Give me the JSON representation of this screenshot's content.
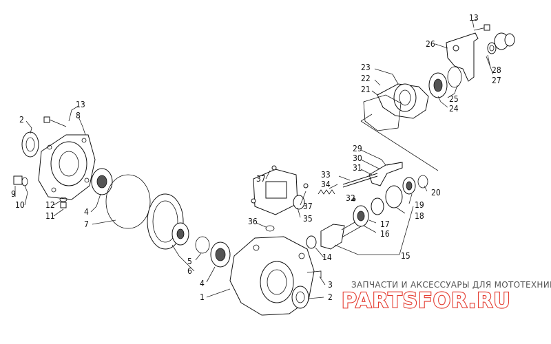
{
  "watermark": {
    "tagline": "ЗАПЧАСТИ И АКСЕССУАРЫ ДЛЯ МОТОТЕХНИКИ",
    "logo": "PARTSFOR.RU"
  },
  "callouts": [
    {
      "id": "c13a",
      "text": "13"
    },
    {
      "id": "c26",
      "text": "26"
    },
    {
      "id": "c28",
      "text": "28"
    },
    {
      "id": "c27",
      "text": "27"
    },
    {
      "id": "c23",
      "text": "23"
    },
    {
      "id": "c22",
      "text": "22"
    },
    {
      "id": "c21",
      "text": "21"
    },
    {
      "id": "c25",
      "text": "25"
    },
    {
      "id": "c24",
      "text": "24"
    },
    {
      "id": "c13b",
      "text": "13"
    },
    {
      "id": "c8",
      "text": "8"
    },
    {
      "id": "c2a",
      "text": "2"
    },
    {
      "id": "c29",
      "text": "29"
    },
    {
      "id": "c30",
      "text": "30"
    },
    {
      "id": "c31",
      "text": "31"
    },
    {
      "id": "c33",
      "text": "33"
    },
    {
      "id": "c34",
      "text": "34"
    },
    {
      "id": "c32",
      "text": "32"
    },
    {
      "id": "c20",
      "text": "20"
    },
    {
      "id": "c19",
      "text": "19"
    },
    {
      "id": "c18",
      "text": "18"
    },
    {
      "id": "c17",
      "text": "17"
    },
    {
      "id": "c16",
      "text": "16"
    },
    {
      "id": "c15",
      "text": "15"
    },
    {
      "id": "c37a",
      "text": "37"
    },
    {
      "id": "c37b",
      "text": "37"
    },
    {
      "id": "c35",
      "text": "35"
    },
    {
      "id": "c36",
      "text": "36"
    },
    {
      "id": "c9",
      "text": "9"
    },
    {
      "id": "c10",
      "text": "10"
    },
    {
      "id": "c12",
      "text": "12"
    },
    {
      "id": "c11",
      "text": "11"
    },
    {
      "id": "c4a",
      "text": "4"
    },
    {
      "id": "c7",
      "text": "7"
    },
    {
      "id": "c5",
      "text": "5"
    },
    {
      "id": "c6",
      "text": "6"
    },
    {
      "id": "c4b",
      "text": "4"
    },
    {
      "id": "c1",
      "text": "1"
    },
    {
      "id": "c14",
      "text": "14"
    },
    {
      "id": "c3",
      "text": "3"
    },
    {
      "id": "c2b",
      "text": "2"
    }
  ]
}
